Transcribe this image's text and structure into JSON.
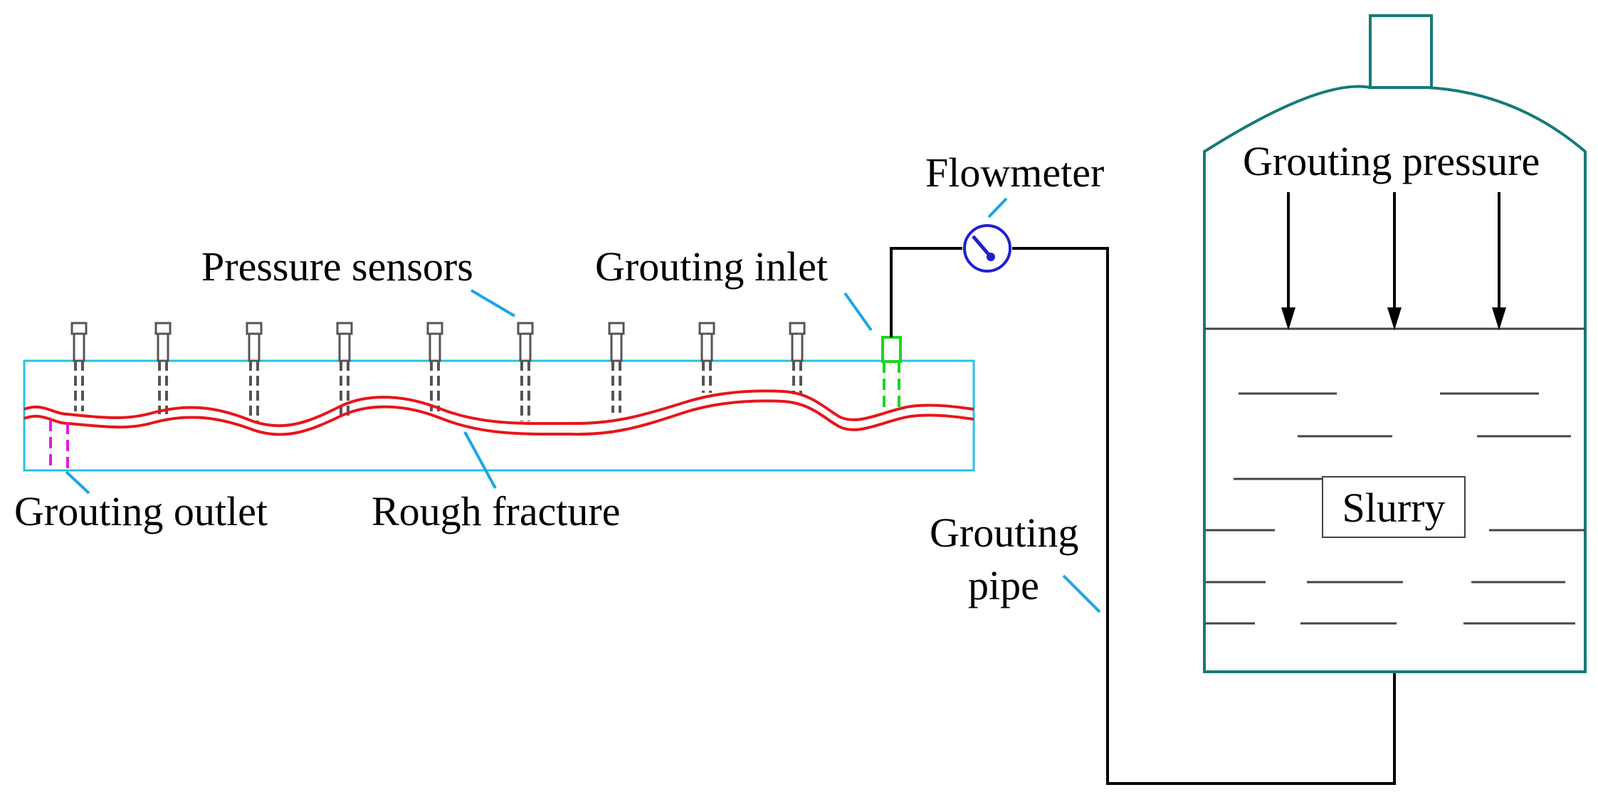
{
  "labels": {
    "flowmeter": "Flowmeter",
    "pressure_sensors": "Pressure sensors",
    "grouting_inlet": "Grouting inlet",
    "grouting_outlet": "Grouting outlet",
    "rough_fracture": "Rough fracture",
    "grouting_pipe_line1": "Grouting",
    "grouting_pipe_line2": "pipe",
    "grouting_pressure": "Grouting pressure",
    "slurry": "Slurry"
  },
  "colors": {
    "specimen_outline": "#22c3e6",
    "fracture": "#e8141b",
    "outlet": "#e619e0",
    "inlet": "#19d61e",
    "flowmeter": "#1d1fd2",
    "tank": "#167a78",
    "leader_line": "#1ba6e6",
    "sensor": "#555555",
    "pipe": "#000000"
  },
  "icons": {
    "flowmeter": "flowmeter-gauge-icon",
    "sensor": "pressure-sensor-icon"
  }
}
